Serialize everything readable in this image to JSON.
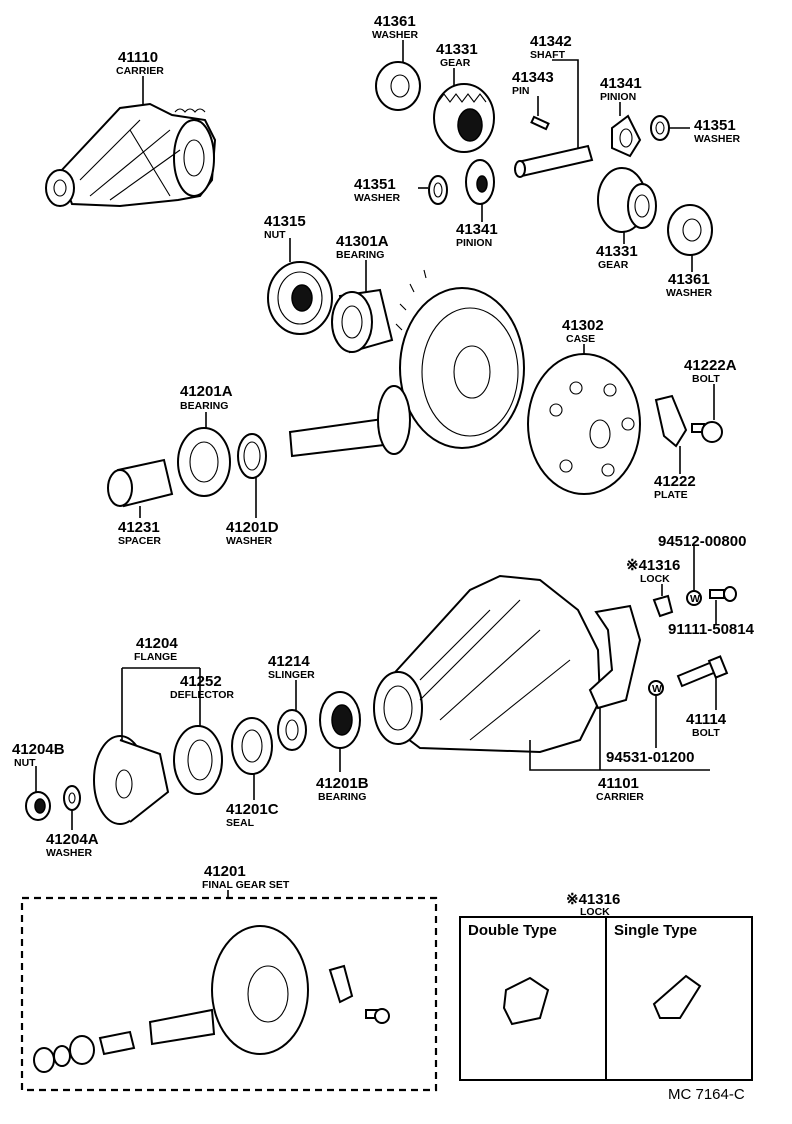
{
  "diagram": {
    "parts": [
      {
        "number": "41110",
        "name": "CARRIER"
      },
      {
        "number": "41361",
        "name": "WASHER"
      },
      {
        "number": "41331",
        "name": "GEAR"
      },
      {
        "number": "41342",
        "name": "SHAFT"
      },
      {
        "number": "41343",
        "name": "PIN"
      },
      {
        "number": "41341",
        "name": "PINION"
      },
      {
        "number": "41351",
        "name": "WASHER"
      },
      {
        "number": "41351",
        "name": "WASHER"
      },
      {
        "number": "41341",
        "name": "PINION"
      },
      {
        "number": "41331",
        "name": "GEAR"
      },
      {
        "number": "41361",
        "name": "WASHER"
      },
      {
        "number": "41315",
        "name": "NUT"
      },
      {
        "number": "41301A",
        "name": "BEARING"
      },
      {
        "number": "41302",
        "name": "CASE"
      },
      {
        "number": "41222A",
        "name": "BOLT"
      },
      {
        "number": "41222",
        "name": "PLATE"
      },
      {
        "number": "41201A",
        "name": "BEARING"
      },
      {
        "number": "41231",
        "name": "SPACER"
      },
      {
        "number": "41201D",
        "name": "WASHER"
      },
      {
        "number": "94512-00800",
        "name": ""
      },
      {
        "number": "※41316",
        "name": "LOCK"
      },
      {
        "number": "91111-50814",
        "name": ""
      },
      {
        "number": "41204",
        "name": "FLANGE"
      },
      {
        "number": "41252",
        "name": "DEFLECTOR"
      },
      {
        "number": "41214",
        "name": "SLINGER"
      },
      {
        "number": "41114",
        "name": "BOLT"
      },
      {
        "number": "94531-01200",
        "name": ""
      },
      {
        "number": "41204B",
        "name": "NUT"
      },
      {
        "number": "41201B",
        "name": "BEARING"
      },
      {
        "number": "41201C",
        "name": "SEAL"
      },
      {
        "number": "41101",
        "name": "CARRIER"
      },
      {
        "number": "41204A",
        "name": "WASHER"
      },
      {
        "number": "41201",
        "name": "FINAL GEAR SET"
      }
    ],
    "lock_box": {
      "number": "※41316",
      "name": "LOCK",
      "double_type": "Double Type",
      "single_type": "Single Type"
    },
    "washer_marker": "W",
    "figure_code": "MC 7164-C"
  }
}
